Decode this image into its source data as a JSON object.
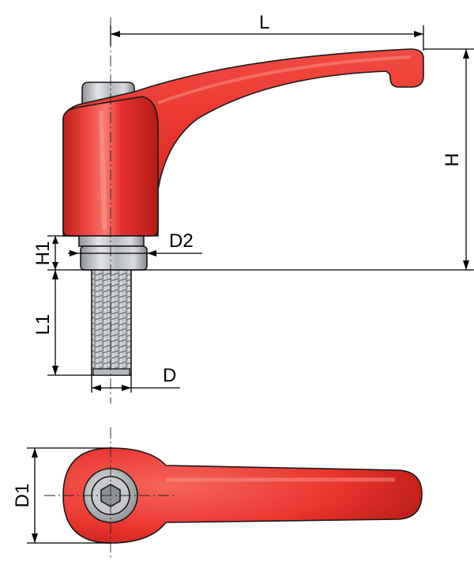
{
  "dimensions": {
    "L": "L",
    "H": "H",
    "H1": "H1",
    "D2": "D2",
    "L1": "L1",
    "D": "D",
    "D1": "D1"
  },
  "colors": {
    "handle_red": "#e8332d",
    "handle_red_dark": "#b51a16",
    "handle_highlight": "#f57a72",
    "steel": "#c6c8cc",
    "steel_dark": "#8e9196",
    "line": "#000000"
  }
}
